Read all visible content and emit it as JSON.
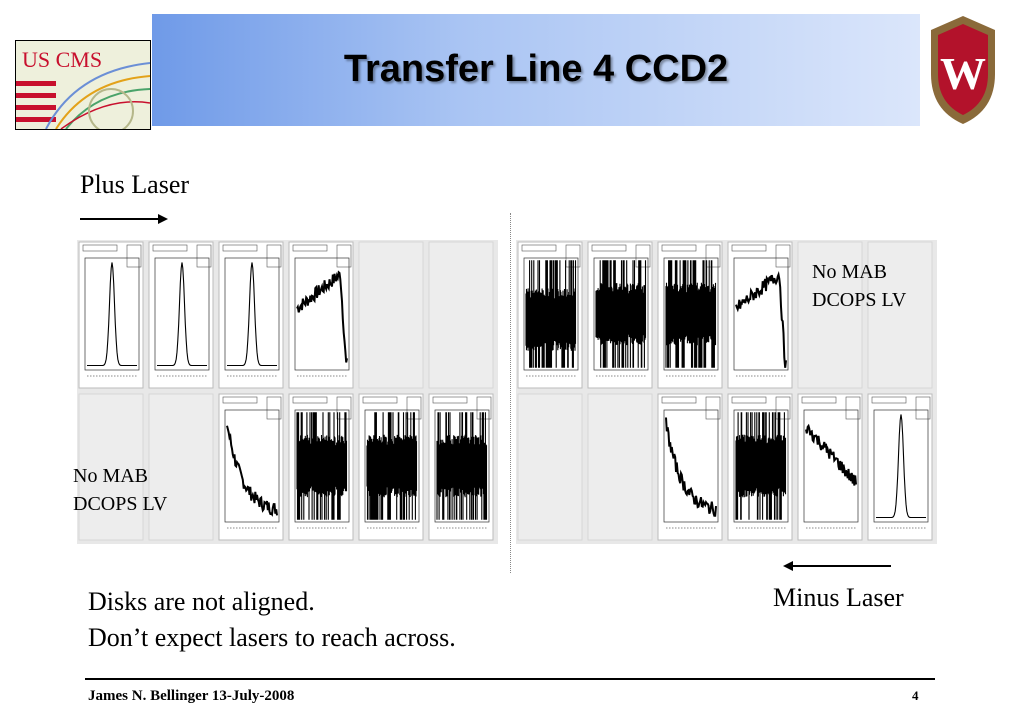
{
  "slide": {
    "title": "Transfer Line 4  CCD2",
    "logo_left_text": "US CMS",
    "logo_right_text": "W",
    "plus_laser_label": "Plus Laser",
    "minus_laser_label": "Minus Laser",
    "annotation_top_right": [
      "No MAB",
      "DCOPS LV"
    ],
    "annotation_bottom_left": [
      "No MAB",
      "DCOPS LV"
    ],
    "notes": [
      "Disks are not aligned.",
      "Don’t expect lasers to reach across."
    ],
    "footer_author": "James N. Bellinger 13-July-2008",
    "page_number": "4"
  },
  "panels": {
    "left": {
      "top_row": [
        "peak",
        "peak",
        "peak",
        "rise",
        "empty",
        "empty"
      ],
      "bottom_row": [
        "empty",
        "empty",
        "decay",
        "noise",
        "noise",
        "noise"
      ]
    },
    "right": {
      "top_row": [
        "noise-low",
        "noise",
        "noise",
        "rise",
        "empty",
        "empty"
      ],
      "bottom_row": [
        "empty",
        "empty",
        "decay",
        "noise",
        "step-down",
        "peak"
      ]
    }
  },
  "colors": {
    "header_gradient_start": "#6f9ae8",
    "header_gradient_end": "#dbe6fb",
    "crest_red": "#b3122b",
    "logo_red": "#c8102e",
    "logo_blue": "#2a4fa0"
  }
}
